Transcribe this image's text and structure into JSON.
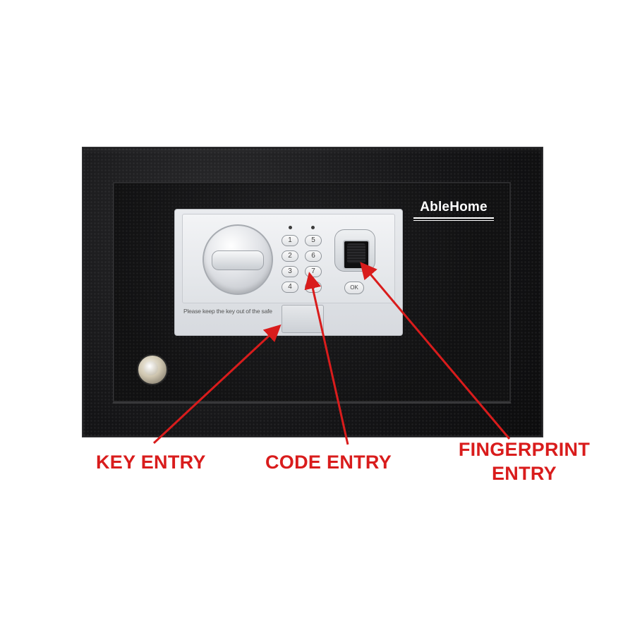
{
  "brand": {
    "name": "AbleHome"
  },
  "keypad": {
    "left_column": [
      "1",
      "2",
      "3",
      "4"
    ],
    "right_column": [
      "5",
      "6",
      "7",
      "8"
    ],
    "ok_label": "OK"
  },
  "panel_notice": "Please keep the key out of the safe",
  "labels": {
    "key_entry": "KEY ENTRY",
    "code_entry": "CODE ENTRY",
    "fingerprint_line1": "FINGERPRINT",
    "fingerprint_line2": "ENTRY"
  },
  "colors": {
    "label_red": "#d91c1c",
    "safe_body": "#141416",
    "panel": "#e4e6e9"
  }
}
